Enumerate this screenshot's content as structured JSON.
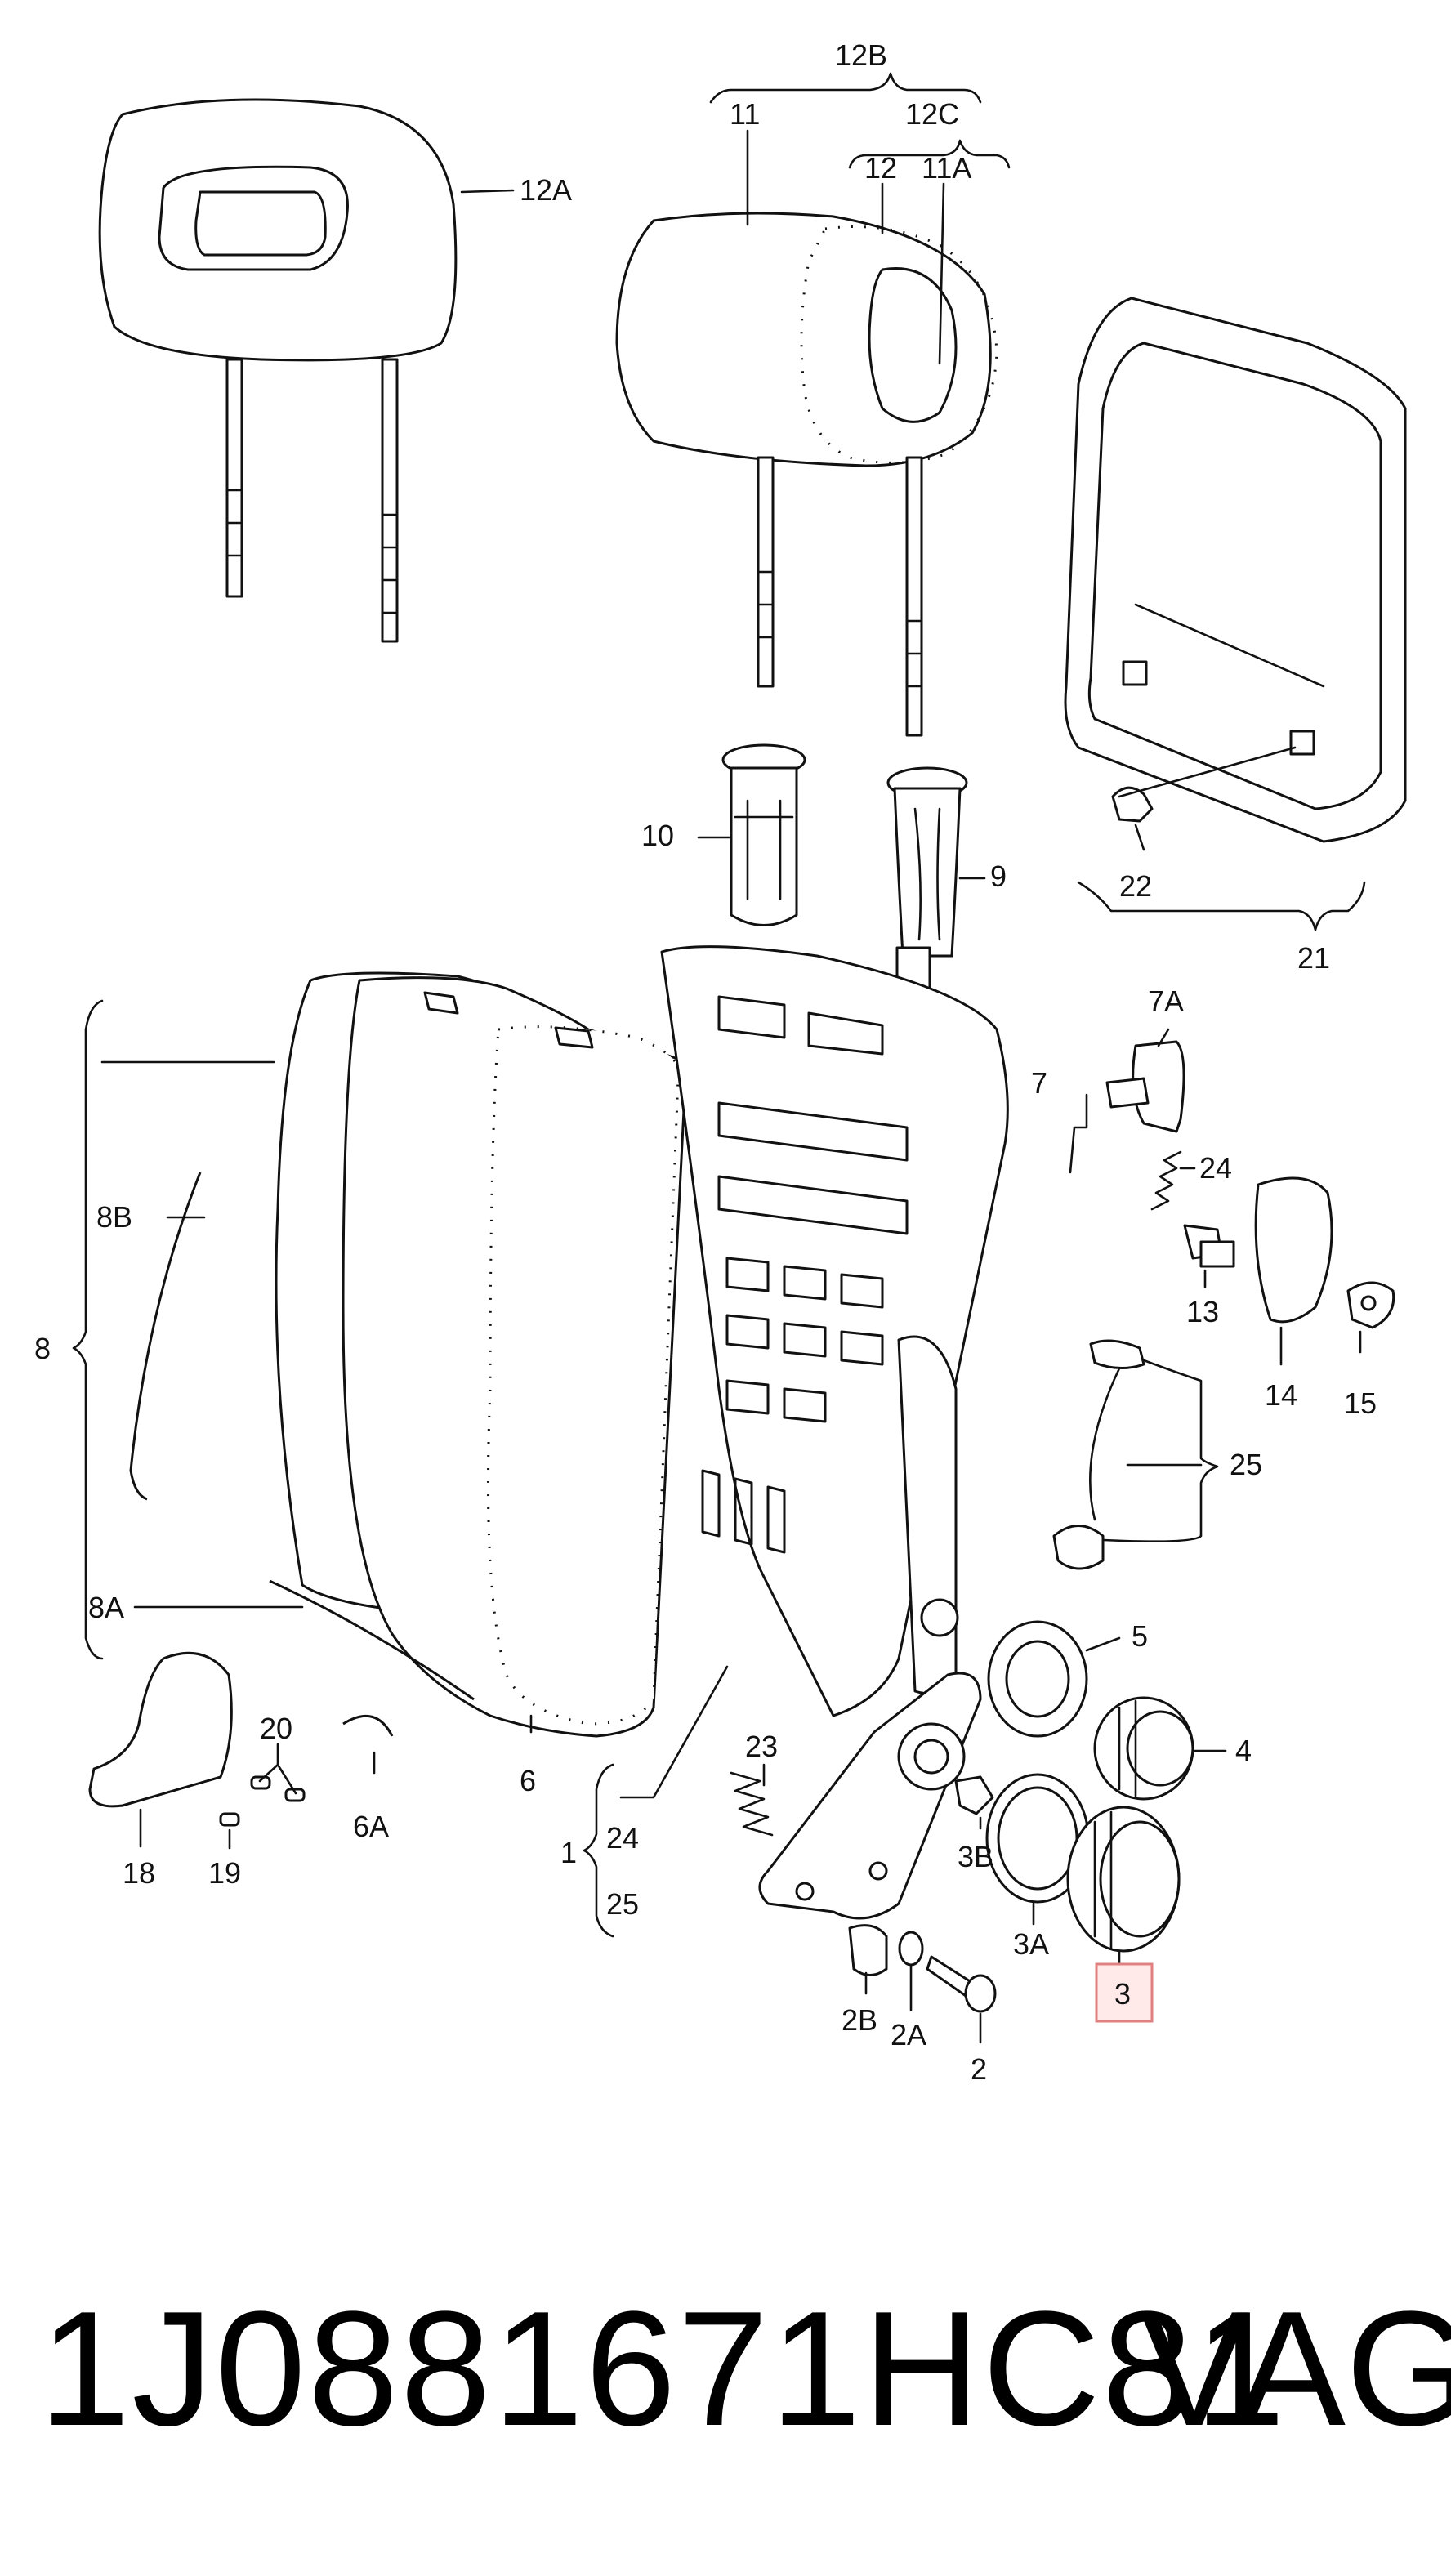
{
  "diagram": {
    "labels": [
      {
        "id": "12B",
        "text": "12B"
      },
      {
        "id": "11",
        "text": "11"
      },
      {
        "id": "12C",
        "text": "12C"
      },
      {
        "id": "12",
        "text": "12"
      },
      {
        "id": "11A",
        "text": "11A"
      },
      {
        "id": "12A",
        "text": "12A"
      },
      {
        "id": "10",
        "text": "10"
      },
      {
        "id": "9",
        "text": "9"
      },
      {
        "id": "22",
        "text": "22"
      },
      {
        "id": "21",
        "text": "21"
      },
      {
        "id": "7A",
        "text": "7A"
      },
      {
        "id": "7",
        "text": "7"
      },
      {
        "id": "24a",
        "text": "24"
      },
      {
        "id": "13",
        "text": "13"
      },
      {
        "id": "14",
        "text": "14"
      },
      {
        "id": "15",
        "text": "15"
      },
      {
        "id": "25a",
        "text": "25"
      },
      {
        "id": "8B",
        "text": "8B"
      },
      {
        "id": "8",
        "text": "8"
      },
      {
        "id": "8A",
        "text": "8A"
      },
      {
        "id": "5",
        "text": "5"
      },
      {
        "id": "4",
        "text": "4"
      },
      {
        "id": "20",
        "text": "20"
      },
      {
        "id": "6A",
        "text": "6A"
      },
      {
        "id": "6",
        "text": "6"
      },
      {
        "id": "23",
        "text": "23"
      },
      {
        "id": "18",
        "text": "18"
      },
      {
        "id": "19",
        "text": "19"
      },
      {
        "id": "1",
        "text": "1"
      },
      {
        "id": "24b",
        "text": "24"
      },
      {
        "id": "25b",
        "text": "25"
      },
      {
        "id": "3B",
        "text": "3B"
      },
      {
        "id": "3A",
        "text": "3A"
      },
      {
        "id": "3",
        "text": "3"
      },
      {
        "id": "2B",
        "text": "2B"
      },
      {
        "id": "2A",
        "text": "2A"
      },
      {
        "id": "2",
        "text": "2"
      }
    ],
    "highlighted_label": "3",
    "highlight_color": "#ffe9e9"
  },
  "caption": {
    "part_number": "1J0881671HC81",
    "brand": "VAG"
  }
}
